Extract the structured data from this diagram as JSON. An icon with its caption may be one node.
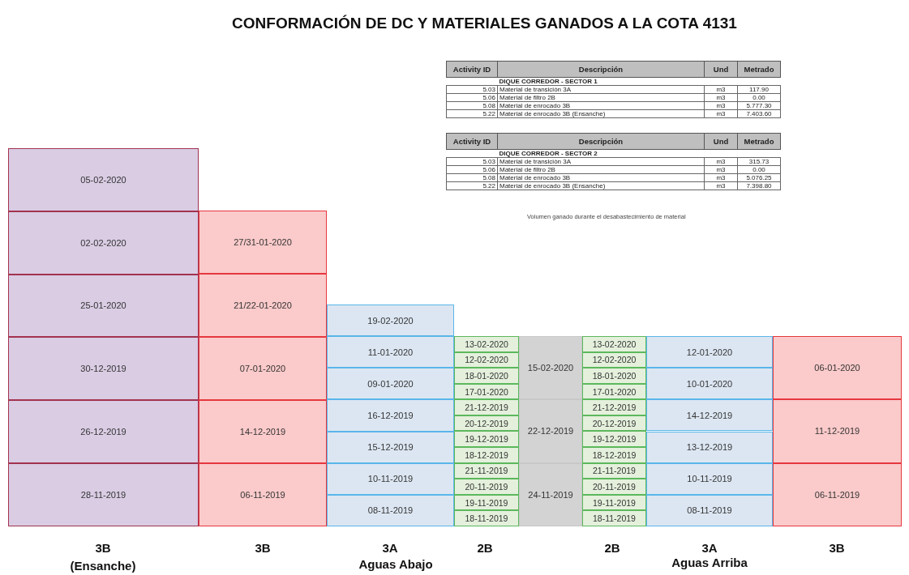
{
  "diagram": {
    "title": "CONFORMACIÓN DE DC Y MATERIALES GANADOS A LA COTA 4131",
    "nodes": [
      {
        "text": [
          "05-02-2020"
        ]
      },
      {
        "text": [
          "02-02-2020"
        ]
      },
      {
        "text": [
          "25-01-2020"
        ]
      },
      {
        "text": [
          "30-12-2019"
        ]
      },
      {
        "text": [
          "26-12-2019"
        ]
      },
      {
        "text": [
          "28-11-2019"
        ]
      },
      {
        "text": [
          "27/31-01-2020"
        ]
      },
      {
        "text": [
          "21/22-01-2020"
        ]
      },
      {
        "text": [
          "07-01-2020"
        ]
      },
      {
        "text": [
          "14-12-2019"
        ]
      },
      {
        "text": [
          "06-11-2019"
        ]
      },
      {
        "text": [
          "19-02-2020"
        ]
      },
      {
        "text": [
          "11-01-2020"
        ]
      },
      {
        "text": [
          "09-01-2020"
        ]
      },
      {
        "text": [
          "16-12-2019"
        ]
      },
      {
        "text": [
          "15-12-2019"
        ]
      },
      {
        "text": [
          "10-11-2019"
        ]
      },
      {
        "text": [
          "08-11-2019"
        ]
      },
      {
        "text": [
          "13-02-2020"
        ]
      },
      {
        "text": [
          "12-02-2020"
        ]
      },
      {
        "text": [
          "18-01-2020"
        ]
      },
      {
        "text": [
          "17-01-2020"
        ]
      },
      {
        "text": [
          "21-12-2019"
        ]
      },
      {
        "text": [
          "20-12-2019"
        ]
      },
      {
        "text": [
          "19-12-2019"
        ]
      },
      {
        "text": [
          "18-12-2019"
        ]
      },
      {
        "text": [
          "21-11-2019"
        ]
      },
      {
        "text": [
          "20-11-2019"
        ]
      },
      {
        "text": [
          "19-11-2019"
        ]
      },
      {
        "text": [
          "18-11-2019"
        ]
      },
      {
        "text": [
          "15-02-2020"
        ]
      },
      {
        "text": [
          "22-12-2019"
        ]
      },
      {
        "text": [
          "24-11-2019"
        ]
      },
      {
        "text": [
          "13-02-2020"
        ]
      },
      {
        "text": [
          "12-02-2020"
        ]
      },
      {
        "text": [
          "18-01-2020"
        ]
      },
      {
        "text": [
          "17-01-2020"
        ]
      },
      {
        "text": [
          "21-12-2019"
        ]
      },
      {
        "text": [
          "20-12-2019"
        ]
      },
      {
        "text": [
          "19-12-2019"
        ]
      },
      {
        "text": [
          "18-12-2019"
        ]
      },
      {
        "text": [
          "21-11-2019"
        ]
      },
      {
        "text": [
          "20-11-2019"
        ]
      },
      {
        "text": [
          "19-11-2019"
        ]
      },
      {
        "text": [
          "18-11-2019"
        ]
      },
      {
        "text": [
          "12-01-2020"
        ]
      },
      {
        "text": [
          "10-01-2020"
        ]
      },
      {
        "text": [
          "14-12-2019"
        ]
      },
      {
        "text": [
          "13-12-2019"
        ]
      },
      {
        "text": [
          "10-11-2019"
        ]
      },
      {
        "text": [
          "08-11-2019"
        ]
      },
      {
        "text": [
          "06-01-2020"
        ]
      },
      {
        "text": [
          "11-12-2019"
        ]
      },
      {
        "text": [
          "06-11-2019"
        ]
      }
    ],
    "labels": [
      "Activity ID",
      "Descripción",
      "Und",
      "Metrado",
      "DIQUE CORREDOR - SECTOR 1",
      "5.03",
      "Material de transición 3A",
      "m3",
      "117.90",
      "5.06",
      "Material de filtro 2B",
      "m3",
      "0.00",
      "5.08",
      "Material de enrocado 3B",
      "m3",
      "5.777.30",
      "5.22",
      "Material de enrocado 3B (Ensanche)",
      "m3",
      "7.403.60",
      "Activity ID",
      "Descripción",
      "Und",
      "Metrado",
      "DIQUE CORREDOR - SECTOR 2",
      "5.03",
      "Material de transición 3A",
      "m3",
      "315.73",
      "5.06",
      "Material de filtro 2B",
      "m3",
      "0.00",
      "5.08",
      "Material de enrocado 3B",
      "m3",
      "5.076.25",
      "5.22",
      "Material de enrocado 3B (Ensanche)",
      "m3",
      "7.398.80",
      "Volumen ganado durante el desabastecimiento de material",
      "3B",
      "(Ensanche)",
      "3B",
      "3A",
      "Aguas Abajo",
      "2B",
      "2B",
      "3A",
      "Aguas Arriba",
      "3B"
    ]
  }
}
